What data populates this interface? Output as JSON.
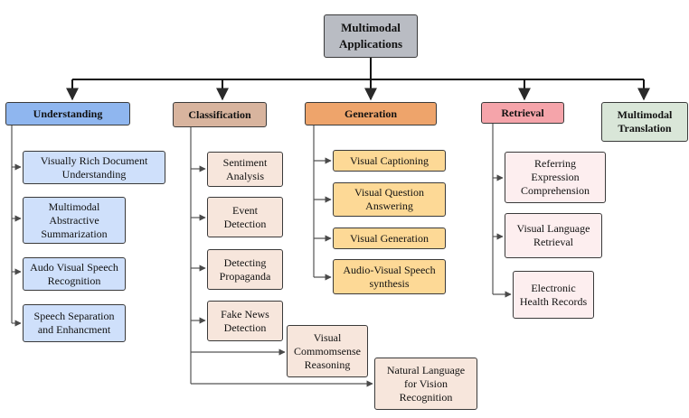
{
  "root": "Multimodal\nApplications",
  "categories": {
    "understanding": {
      "label": "Understanding",
      "color": "#8fb6ef",
      "items": [
        "Visually Rich Document\nUnderstanding",
        "Multimodal\nAbstractive\nSummarization",
        "Audo Visual Speech\nRecognition",
        "Speech Separation\nand Enhancment"
      ]
    },
    "classification": {
      "label": "Classification",
      "color": "#d8b49e",
      "items": [
        "Sentiment\nAnalysis",
        "Event\nDetection",
        "Detecting\nPropaganda",
        "Fake News\nDetection",
        "Visual\nCommomsense\nReasoning",
        "Natural Language\nfor Vision\nRecognition"
      ]
    },
    "generation": {
      "label": "Generation",
      "color": "#eea46b",
      "items": [
        "Visual Captioning",
        "Visual Question\nAnswering",
        "Visual Generation",
        "Audio-Visual Speech\nsynthesis"
      ]
    },
    "retrieval": {
      "label": "Retrieval",
      "color": "#f5a4aa",
      "items": [
        "Referring\nExpression\nComprehension",
        "Visual Language\nRetrieval",
        "Electronic\nHealth Records"
      ]
    },
    "translation": {
      "label": "Multimodal\nTranslation",
      "color": "#d9e6d8",
      "items": []
    }
  }
}
